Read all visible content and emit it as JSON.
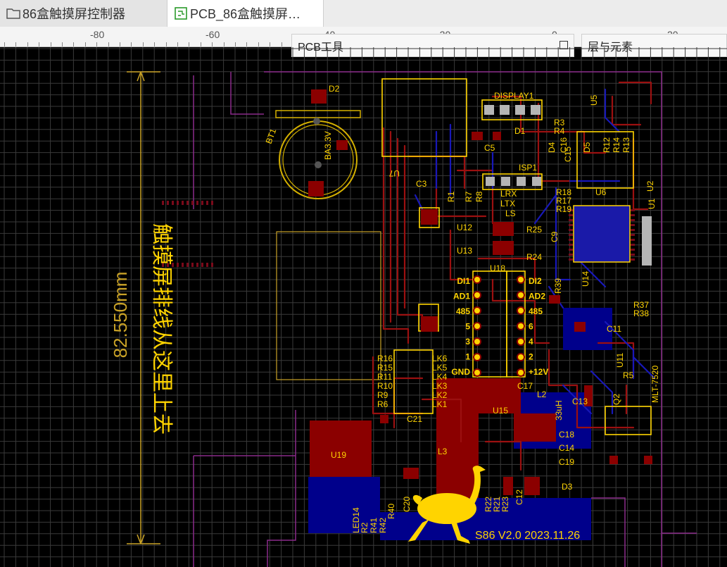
{
  "tabs": [
    {
      "label": "86盒触摸屏控制器",
      "icon": "folder-icon",
      "active": false
    },
    {
      "label": "PCB_86盒触摸屏…",
      "icon": "pcb-document-icon",
      "active": true
    }
  ],
  "ruler": {
    "labels": [
      "-80",
      "-60",
      "-40",
      "-20",
      "0",
      "20"
    ]
  },
  "panels": {
    "pcb_tools": "PCB工具",
    "layers": "层与元素"
  },
  "board": {
    "dimension": "82.550mm",
    "note": "触摸屏排线从这里上去",
    "silkscreen": "S86  V2.0  2023.11.26",
    "battery_voltage": "BA3.3V",
    "inductor_value": "33uH",
    "part_number": "MLT-7520"
  },
  "designators": [
    "D2",
    "BT1",
    "U7",
    "DISPLAY1",
    "C5",
    "D1",
    "R3",
    "R4",
    "U5",
    "D4",
    "C16",
    "C15",
    "D5",
    "R12",
    "R14",
    "R13",
    "ISP1",
    "C3",
    "R1",
    "R7",
    "R8",
    "LRX",
    "LTX",
    "LS",
    "R18",
    "R17",
    "R19",
    "U6",
    "U2",
    "U1",
    "U12",
    "R25",
    "C9",
    "U13",
    "R24",
    "U18",
    "R39",
    "U14",
    "R37",
    "R38",
    "C11",
    "U11",
    "R5",
    "Q2",
    "C13",
    "L2",
    "C17",
    "C18",
    "C14",
    "C19",
    "D3",
    "U15",
    "C12",
    "R23",
    "R21",
    "R22",
    "R16",
    "R15",
    "R11",
    "R10",
    "R9",
    "R6",
    "LK6",
    "LK5",
    "LK4",
    "LK3",
    "LK2",
    "LK1",
    "C21",
    "U19",
    "L3",
    "C20",
    "LED14",
    "R2",
    "R41",
    "R42",
    "R40"
  ],
  "pin_labels": {
    "left": [
      "DI1",
      "AD1",
      "485",
      "5",
      "3",
      "1",
      "GND"
    ],
    "right": [
      "DI2",
      "AD2",
      "485",
      "6",
      "4",
      "2",
      "+12V"
    ]
  },
  "colors": {
    "background": "#000000",
    "grid": "#3a3a3a",
    "top_copper": "#8b0000",
    "bottom_copper": "#00008b",
    "silkscreen": "#ffd400",
    "outline": "#8a2a8a"
  }
}
